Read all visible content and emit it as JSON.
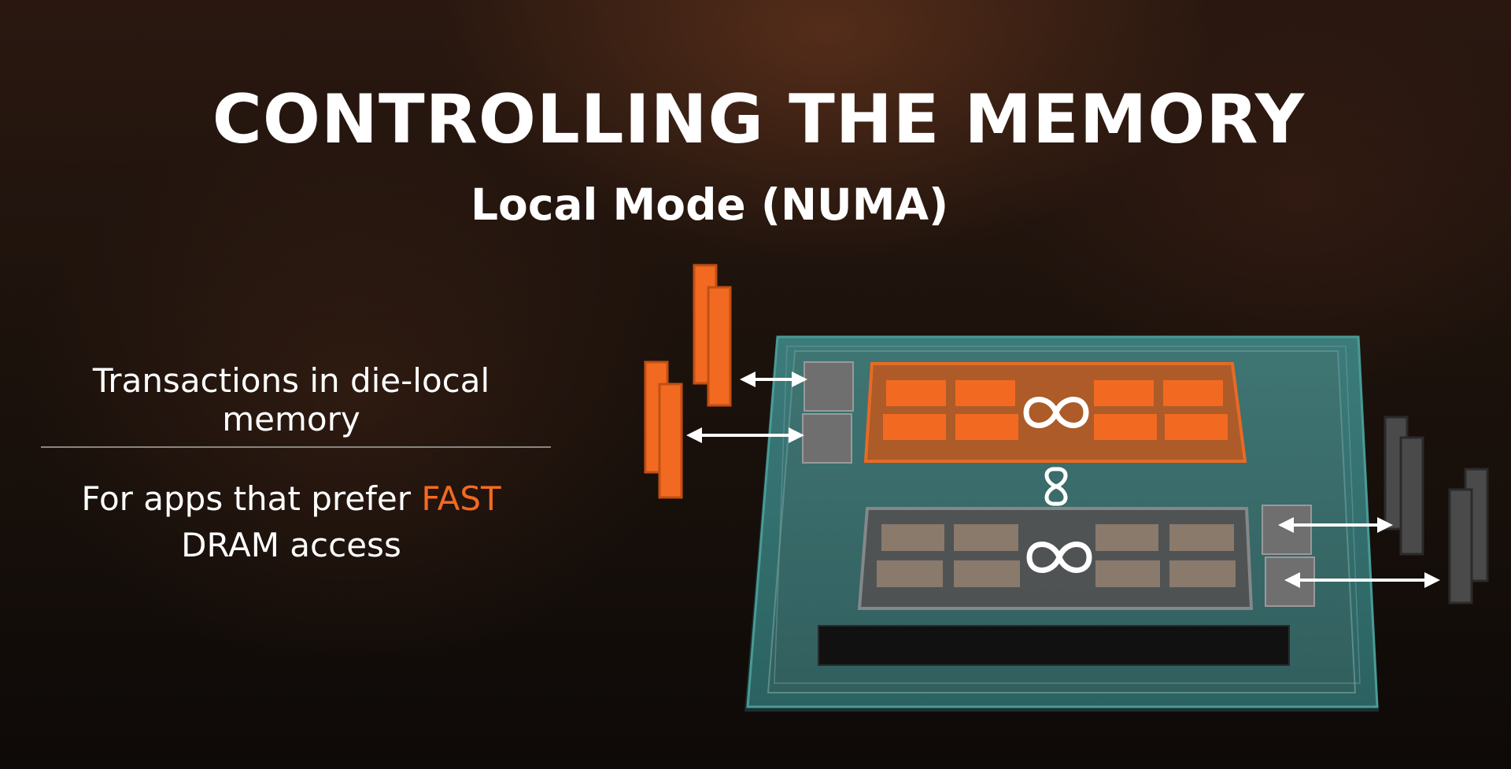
{
  "slide": {
    "title": "CONTROLLING THE MEMORY",
    "subtitle": "Local Mode (NUMA)",
    "point_1": "Transactions in die-local memory",
    "point_2": {
      "before": "For apps that prefer ",
      "highlight": "FAST",
      "after": "DRAM access"
    }
  },
  "diagram": {
    "package_color": "#2f6e6e",
    "active_die_color": "#f26a21",
    "inactive_die_color": "#555555",
    "fabric_icon": "infinity-fabric-icon",
    "arrow_icon": "double-arrow-icon"
  }
}
